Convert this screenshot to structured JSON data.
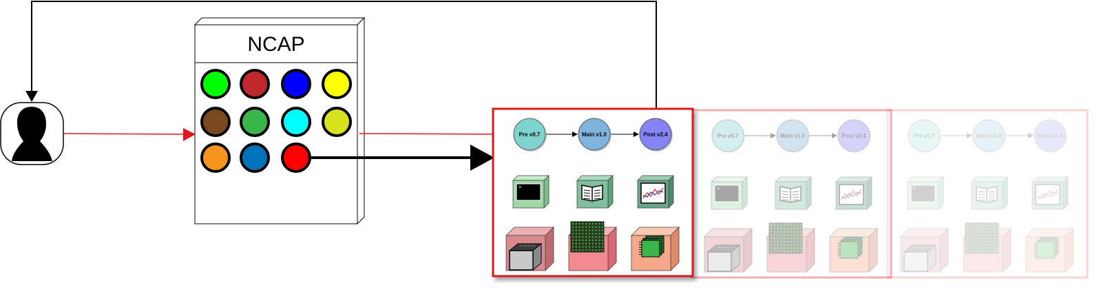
{
  "ncap": {
    "title": "NCAP",
    "module_colors": [
      [
        "#00ff00",
        "#c0282d",
        "#0000ff",
        "#ffff00"
      ],
      [
        "#7a4a1e",
        "#39b54a",
        "#00ffff",
        "#d8e21f"
      ],
      [
        "#f7941d",
        "#0072bc",
        "#ff0000"
      ]
    ]
  },
  "pipelines": [
    {
      "opacity": 1.0,
      "stages": [
        "Pre v0.7",
        "Main v1.0",
        "Post v2.4"
      ]
    },
    {
      "opacity": 0.35,
      "stages": [
        "Pre v0.7",
        "Main v1.0",
        "Post v2.4"
      ]
    },
    {
      "opacity": 0.18,
      "stages": [
        "Pre v0.7",
        "Main v1.0",
        "Post v2.4"
      ]
    }
  ],
  "colors": {
    "pre_stage": "#80d4cf",
    "main_stage": "#7fb5dc",
    "post_stage": "#8484f4",
    "active_frame": "#e0191f",
    "flow_arrow": "#e0191f"
  },
  "icons": {
    "user": "user-icon",
    "terminal": "terminal-icon",
    "docs": "book-icon",
    "plot": "chart-icon",
    "server": "server-icon",
    "grid": "grid-chip-icon",
    "chip": "chip-icon"
  }
}
